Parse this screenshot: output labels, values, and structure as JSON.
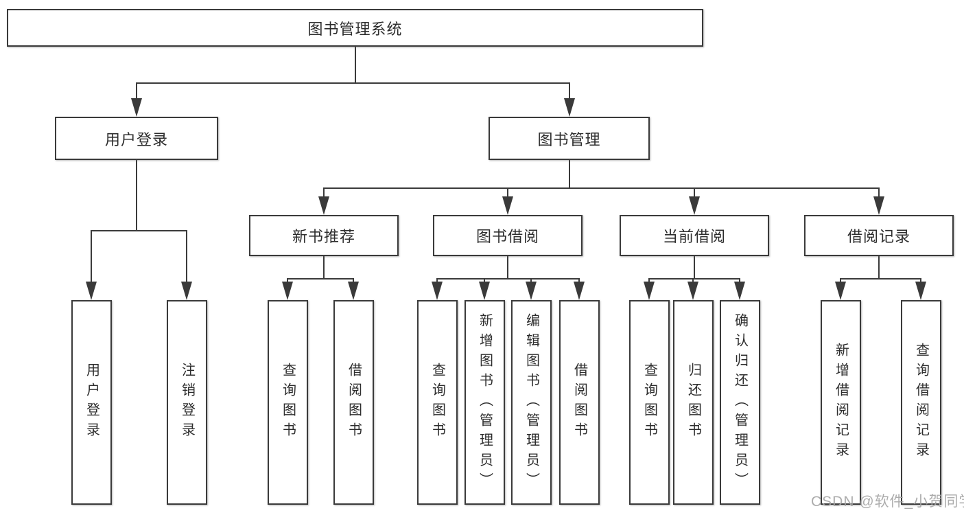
{
  "diagram_type": "hierarchy-tree",
  "tree": {
    "label": "图书管理系统",
    "children": [
      {
        "label": "用户登录",
        "children": [
          {
            "label": "用户登录"
          },
          {
            "label": "注销登录"
          }
        ]
      },
      {
        "label": "图书管理",
        "children": [
          {
            "label": "新书推荐",
            "children": [
              {
                "label": "查询图书"
              },
              {
                "label": "借阅图书"
              }
            ]
          },
          {
            "label": "图书借阅",
            "children": [
              {
                "label": "查询图书"
              },
              {
                "label": "新增图书（管理员）"
              },
              {
                "label": "编辑图书（管理员）"
              },
              {
                "label": "借阅图书"
              }
            ]
          },
          {
            "label": "当前借阅",
            "children": [
              {
                "label": "查询图书"
              },
              {
                "label": "归还图书"
              },
              {
                "label": "确认归还（管理员）"
              }
            ]
          },
          {
            "label": "借阅记录",
            "children": [
              {
                "label": "新增借阅记录"
              },
              {
                "label": "查询借阅记录"
              }
            ]
          }
        ]
      }
    ]
  },
  "watermark": {
    "text": "CSDN @软件_小贺同学"
  },
  "colors": {
    "line": "#3a3a3a",
    "text": "#2d2d2d",
    "background": "#ffffff",
    "watermark": "#a5a5a5"
  }
}
